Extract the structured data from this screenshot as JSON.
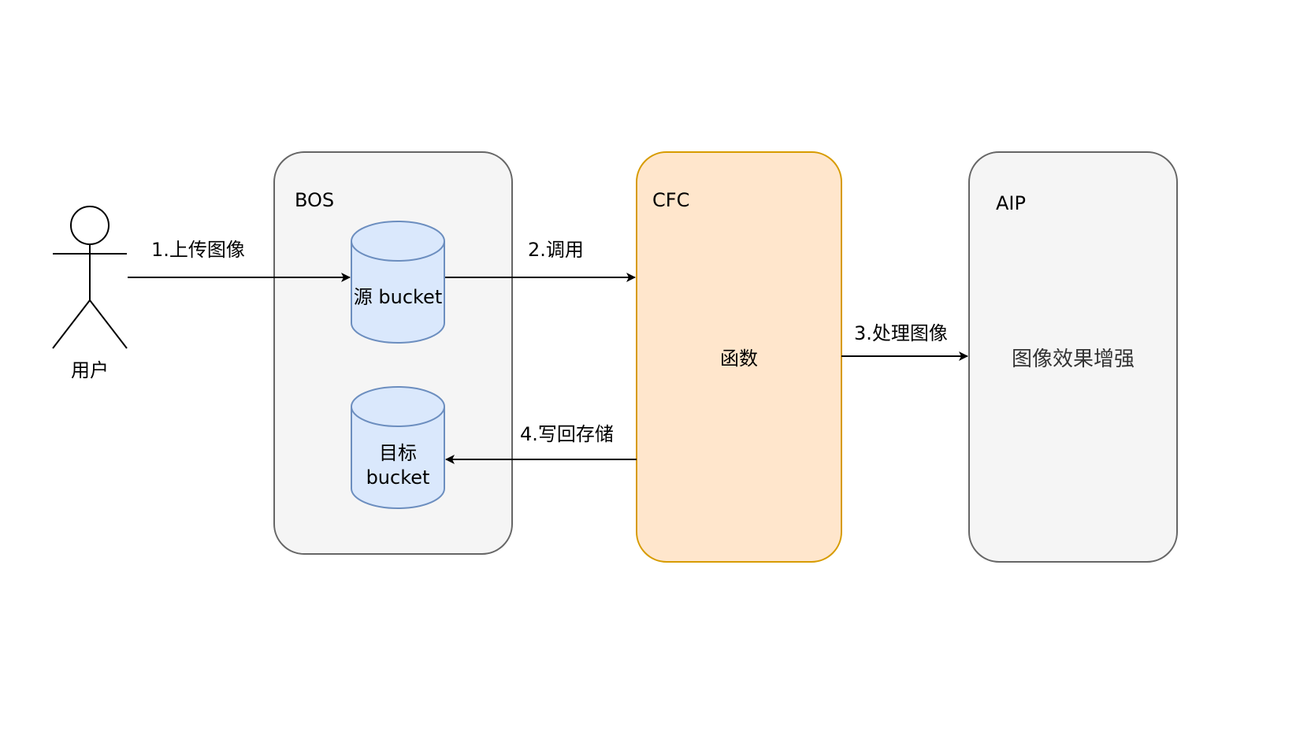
{
  "actor": {
    "label": "用户"
  },
  "containers": {
    "bos": {
      "title": "BOS",
      "fill": "#f5f5f5",
      "stroke": "#666666"
    },
    "cfc": {
      "title": "CFC",
      "body": "函数",
      "fill": "#ffe6cc",
      "stroke": "#d79b00"
    },
    "aip": {
      "title": "AIP",
      "body": "图像效果增强",
      "fill": "#f5f5f5",
      "stroke": "#666666"
    }
  },
  "buckets": {
    "source": {
      "label": "源 bucket",
      "fill": "#dae8fc",
      "stroke": "#6c8ebf"
    },
    "target": {
      "line1": "目标",
      "line2": "bucket",
      "fill": "#dae8fc",
      "stroke": "#6c8ebf"
    }
  },
  "edges": {
    "upload": "1.上传图像",
    "invoke": "2.调用",
    "process": "3.处理图像",
    "writeback": "4.写回存储"
  }
}
